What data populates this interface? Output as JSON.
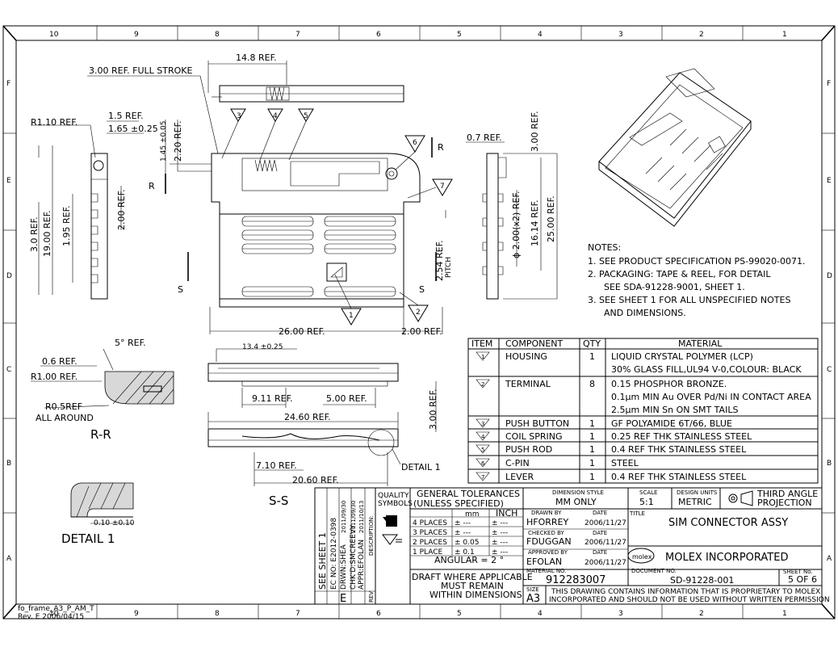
{
  "zones": {
    "top": [
      "10",
      "9",
      "8",
      "7",
      "6",
      "5",
      "4",
      "3",
      "2",
      "1"
    ],
    "side": [
      "F",
      "E",
      "D",
      "C",
      "B",
      "A"
    ]
  },
  "views": {
    "section_label": "S-S",
    "rr_label": "R-R",
    "detail_label": "DETAIL 1",
    "detail_callout": "DETAIL 1",
    "s_mark": "S",
    "r_mark": "R"
  },
  "dims": {
    "full_stroke": "3.00 REF. FULL STROKE",
    "d148": "14.8 REF.",
    "r110": "R1.10 REF.",
    "d15": "1.5 REF.",
    "d165": "1.65 ±0.25",
    "d145": "1.45 ±0.05",
    "d220": "2.20 REF.",
    "d30": "3.0 REF.",
    "d1900": "19.00 REF.",
    "d195": "1.95 REF.",
    "d200a": "2.00 REF.",
    "d07": "0.7 REF.",
    "d300": "3.00 REF.",
    "dphi": "ϕ 2.00(x2) REF.",
    "d1614": "16.14 REF.",
    "d2500": "25.00 REF.",
    "d254": "2.54 REF.",
    "pitch": "PITCH",
    "d2600": "26.00 REF.",
    "d200b": "2.00 REF.",
    "d5deg": "5° REF.",
    "d06": "0.6 REF.",
    "r100": "R1.00 REF.",
    "r05": "R0.5REF",
    "all_around": "ALL AROUND",
    "d134": "13.4 ±0.25",
    "d911": "9.11 REF.",
    "d500": "5.00 REF.",
    "d2460": "24.60 REF.",
    "d300b": "3.00 REF.",
    "d710": "7.10 REF.",
    "d2060": "20.60 REF.",
    "d010": "0.10 ±0.10"
  },
  "notes": {
    "title": "NOTES:",
    "n1": "1. SEE PRODUCT SPECIFICATION PS-99020-0071.",
    "n2": "2. PACKAGING: TAPE & REEL, FOR DETAIL",
    "n2b": "SEE SDA-91228-9001, SHEET 1.",
    "n3": "3. SEE SHEET 1 FOR ALL UNSPECIFIED NOTES",
    "n3b": "AND DIMENSIONS."
  },
  "bom": {
    "headers": [
      "ITEM",
      "COMPONENT",
      "QTY",
      "MATERIAL"
    ],
    "rows": [
      {
        "item": "1",
        "component": "HOUSING",
        "qty": "1",
        "lines": [
          "LIQUID CRYSTAL POLYMER (LCP)",
          "30% GLASS FILL,UL94 V-0,COLOUR: BLACK"
        ]
      },
      {
        "item": "2",
        "component": "TERMINAL",
        "qty": "8",
        "lines": [
          "0.15 PHOSPHOR BRONZE.",
          "0.1µm MIN Au OVER Pd/Ni IN CONTACT AREA",
          "2.5µm MIN Sn ON SMT TAILS"
        ]
      },
      {
        "item": "3",
        "component": "PUSH BUTTON",
        "qty": "1",
        "lines": [
          "GF POLYAMIDE 6T/66, BLUE"
        ]
      },
      {
        "item": "4",
        "component": "COIL SPRING",
        "qty": "1",
        "lines": [
          "0.25 REF THK STAINLESS STEEL"
        ]
      },
      {
        "item": "5",
        "component": "PUSH ROD",
        "qty": "1",
        "lines": [
          "0.4 REF THK STAINLESS STEEL"
        ]
      },
      {
        "item": "6",
        "component": "C-PIN",
        "qty": "1",
        "lines": [
          "STEEL"
        ]
      },
      {
        "item": "7",
        "component": "LEVER",
        "qty": "1",
        "lines": [
          "0.4 REF THK STAINLESS STEEL"
        ]
      }
    ]
  },
  "title_block": {
    "quality": "QUALITY",
    "symbols": "SYMBOLS",
    "gen_tol": "GENERAL TOLERANCES",
    "unless": "(UNLESS SPECIFIED)",
    "mm": "mm",
    "inch": "INCH",
    "tol_rows": [
      {
        "label": "4 PLACES",
        "mm": "± ---",
        "inch": "± ---"
      },
      {
        "label": "3 PLACES",
        "mm": "± ---",
        "inch": "± ---"
      },
      {
        "label": "2 PLACES",
        "mm": "± 0.05",
        "inch": "± ---"
      },
      {
        "label": "1 PLACE",
        "mm": "± 0.1",
        "inch": "± ---"
      }
    ],
    "angular": "ANGULAR = 2 °",
    "draft1": "DRAFT WHERE APPLICABLE",
    "draft2": "MUST REMAIN",
    "draft3": "WITHIN DIMENSIONS",
    "dim_style_lbl": "DIMENSION STYLE",
    "dim_style": "MM ONLY",
    "scale_lbl": "SCALE",
    "scale": "5:1",
    "units_lbl": "DESIGN UNITS",
    "units": "METRIC",
    "projection1": "THIRD ANGLE",
    "projection2": "PROJECTION",
    "drawn_lbl": "DRAWN BY",
    "drawn": "HFORREY",
    "drawn_date": "2006/11/27",
    "checked_lbl": "CHECKED BY",
    "checked": "FDUGGAN",
    "checked_date": "2006/11/27",
    "approved_lbl": "APPROVED BY",
    "approved": "EFOLAN",
    "approved_date": "2006/11/27",
    "date_lbl": "DATE",
    "title_lbl": "TITLE",
    "title": "SIM CONNECTOR ASSY",
    "company": "MOLEX INCORPORATED",
    "logo": "molex",
    "material_lbl": "MATERIAL NO.",
    "material": "912283007",
    "doc_lbl": "DOCUMENT NO.",
    "doc": "SD-91228-001",
    "sheet_lbl": "SHEET No.",
    "sheet": "5 OF 6",
    "size_lbl": "SIZE",
    "size": "A3",
    "prop1": "THIS DRAWING CONTAINS INFORMATION THAT IS PROPRIETARY TO MOLEX",
    "prop2": "INCORPORATED AND SHOULD NOT BE USED WITHOUT WRITTEN PERMISSION",
    "rev_block": {
      "see": "SEE SHEET 1",
      "ec": "EC NO: E2012-0398",
      "drwn": "DRWN:SHEA",
      "chk": "CHK'D:SMCREEVY",
      "appr": "APPR:EFOLAN",
      "d1": "2011/09/30",
      "d2": "2011/09/30",
      "d3": "2011/10/13",
      "rev": "E",
      "desc": "DESCRIPTION:",
      "revl": "REV"
    }
  },
  "frame": {
    "id": "fo_frame_A3_P_AM_T",
    "rev": "Rev. E  2006/04/15"
  }
}
